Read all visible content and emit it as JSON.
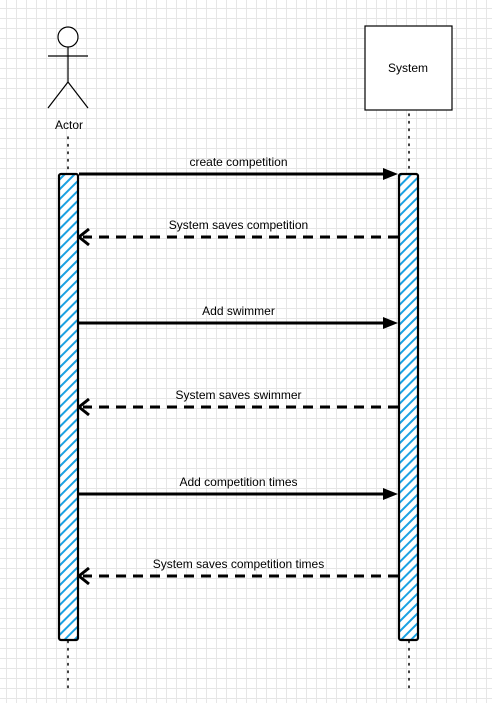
{
  "diagram": {
    "type": "sequence",
    "participants": [
      {
        "id": "actor",
        "label": "Actor",
        "kind": "actor"
      },
      {
        "id": "system",
        "label": "System",
        "kind": "box"
      }
    ],
    "messages": [
      {
        "from": "actor",
        "to": "system",
        "label": "create competition",
        "style": "solid"
      },
      {
        "from": "system",
        "to": "actor",
        "label": "System saves competition",
        "style": "dashed"
      },
      {
        "from": "actor",
        "to": "system",
        "label": "Add swimmer",
        "style": "solid"
      },
      {
        "from": "system",
        "to": "actor",
        "label": "System saves swimmer",
        "style": "dashed"
      },
      {
        "from": "actor",
        "to": "system",
        "label": "Add competition times",
        "style": "solid"
      },
      {
        "from": "system",
        "to": "actor",
        "label": "System saves competition times",
        "style": "dashed"
      }
    ],
    "colors": {
      "activation_fill": "#1ba1e2",
      "stroke": "#000000",
      "grid": "#e6e6e6"
    }
  }
}
